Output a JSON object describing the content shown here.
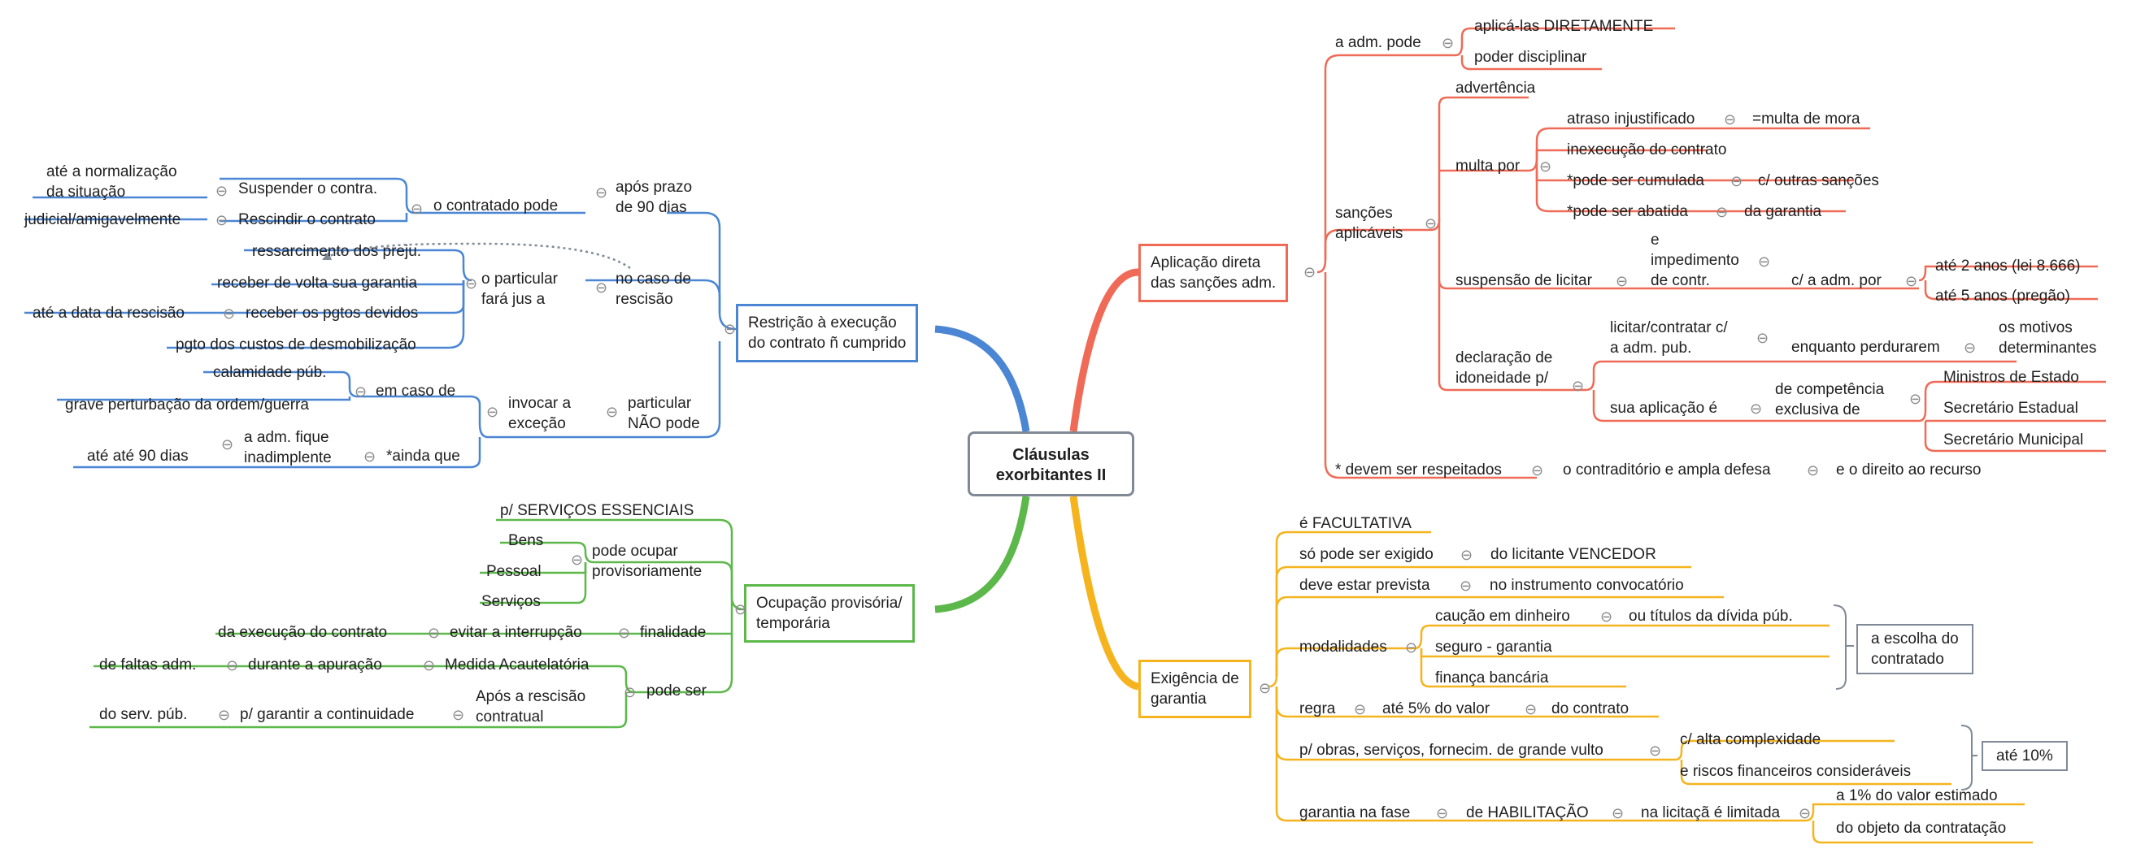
{
  "center": "Cláusulas\nexorbitantes II",
  "branches": {
    "left_top": {
      "title": "Restrição à execução\ndo contrato ñ cumprido",
      "o_contratado_pode": "o contratado pode",
      "apos_prazo": "após prazo\nde 90 dias",
      "suspender": "Suspender o contra.",
      "ate_normalizacao": "até a normalização\nda situação",
      "rescindir": "Rescindir o contrato",
      "judicial": "judicial/amigavelmente",
      "o_particular_fara": "o particular\nfará jus a",
      "no_caso_rescisao": "no caso de\nrescisão",
      "ressarcimento": "ressarcimento dos preju.",
      "receber_garantia": "receber de volta sua garantia",
      "receber_pgtos": "receber os pgtos devidos",
      "ate_data_rescisao": "até a data da rescisão",
      "pgto_custos": "pgto dos custos de desmobilização",
      "particular_nao_pode": "particular\nNÃO pode",
      "invocar_excecao": "invocar a\nexceção",
      "em_caso_de": "em caso de",
      "calamidade": "calamidade púb.",
      "grave_perturbacao": "grave perturbação da ordem/guerra",
      "ainda_que": "*ainda que",
      "adm_fique": "a adm. fique\ninadimplente",
      "ate_90": "até até 90 dias"
    },
    "left_bottom": {
      "title": "Ocupação provisória/\ntemporária",
      "servicos_essenciais": "p/ SERVIÇOS ESSENCIAIS",
      "pode_ocupar": "pode ocupar\nprovisoriamente",
      "bens": "Bens",
      "pessoal": "Pessoal",
      "servicos": "Serviços",
      "finalidade": "finalidade",
      "evitar_interrupcao": "evitar a interrupção",
      "da_execucao": "da execução do contrato",
      "pode_ser": "pode ser",
      "medida_acautelatoria": "Medida Acautelatória",
      "durante_apuracao": "durante a apuração",
      "de_faltas": "de faltas adm.",
      "apos_rescisao": "Após a rescisão\ncontratual",
      "garantir_continuidade": "p/ garantir a continuidade",
      "do_serv_pub": "do serv. púb."
    },
    "right_top": {
      "title": "Aplicação direta\ndas sanções adm.",
      "adm_pode": "a adm. pode",
      "aplica_las": "aplicá-las DIRETAMENTE",
      "poder_disciplinar": "poder disciplinar",
      "sancoes_aplicaveis": "sanções\naplicáveis",
      "advertencia": "advertência",
      "multa_por": "multa por",
      "atraso": "atraso injustificado",
      "multa_mora": "=multa de mora",
      "inexecucao": "inexecução do contrato",
      "cumulada": "*pode ser cumulada",
      "outras_sancoes": "c/ outras sanções",
      "abatida": "*pode ser abatida",
      "da_garantia": "da garantia",
      "suspensao": "suspensão de licitar",
      "impedimento": "e\nimpedimento\nde contr.",
      "c_adm_por": "c/ a adm. por",
      "ate_2_anos": "até 2 anos (lei 8.666)",
      "ate_5_anos": "até 5 anos (pregão)",
      "declaracao": "declaração de\nidoneidade p/",
      "licitar_contratar": "licitar/contratar c/\na adm. pub.",
      "enquanto": "enquanto perdurarem",
      "motivos": "os motivos\ndeterminantes",
      "sua_aplicacao": "sua aplicação é",
      "competencia": "de competência\nexclusiva de",
      "ministros": "Ministros de Estado",
      "sec_estadual": "Secretário Estadual",
      "sec_municipal": "Secretário Municipal",
      "devem_ser": "* devem ser respeitados",
      "contraditorio": "o contraditório e ampla defesa",
      "direito_recurso": "e o direito ao recurso"
    },
    "right_bottom": {
      "title": "Exigência de\ngarantia",
      "facultativa": "é FACULTATIVA",
      "so_pode": "só pode ser exigido",
      "licitante": "do licitante VENCEDOR",
      "deve_prevista": "deve estar prevista",
      "instrumento": "no instrumento convocatório",
      "modalidades": "modalidades",
      "caucao": "caução em dinheiro",
      "titulos": "ou títulos da dívida púb.",
      "seguro": "seguro - garantia",
      "fianca": "finança bancária",
      "escolha": "a escolha do\ncontratado",
      "regra": "regra",
      "ate_5": "até 5% do valor",
      "do_contrato": "do contrato",
      "obras": "p/ obras, serviços, fornecim. de grande vulto",
      "alta_complex": "c/ alta complexidade",
      "riscos": "e riscos financeiros consideráveis",
      "ate_10": "até 10%",
      "garantia_fase": "garantia na fase",
      "habilitacao": "de HABILITAÇÃO",
      "licitacao_limitada": "na licitaçã é limitada",
      "um_porcento": "a 1% do valor estimado",
      "do_objeto": "do objeto da contratação"
    }
  },
  "colors": {
    "blue": "#4a86d4",
    "green": "#5cb84a",
    "red": "#ef6b57",
    "orange": "#f5b41e",
    "collapse": "#888888",
    "center_border": "#7f8a96"
  },
  "collapse_glyph": "⊖"
}
